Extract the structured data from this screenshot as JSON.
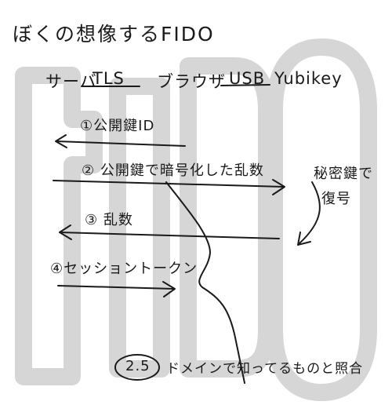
{
  "title": "ぼくの想像するFIDO",
  "actors": {
    "server": "サーバ",
    "tls": "TLS",
    "browser": "ブラウザ",
    "usb": "USB",
    "yubikey": "Yubikey"
  },
  "background_letters": "FIDO",
  "steps": {
    "s1": "①公開鍵ID",
    "s2": "② 公開鍵で暗号化した乱数",
    "s3": "③ 乱数",
    "s4": "④セッショントークン",
    "s2_5_marker": "2.5",
    "s2_5_text": "ドメインで知ってるものと照合"
  },
  "side_note": {
    "line1": "秘密鍵で",
    "line2": "復号"
  }
}
